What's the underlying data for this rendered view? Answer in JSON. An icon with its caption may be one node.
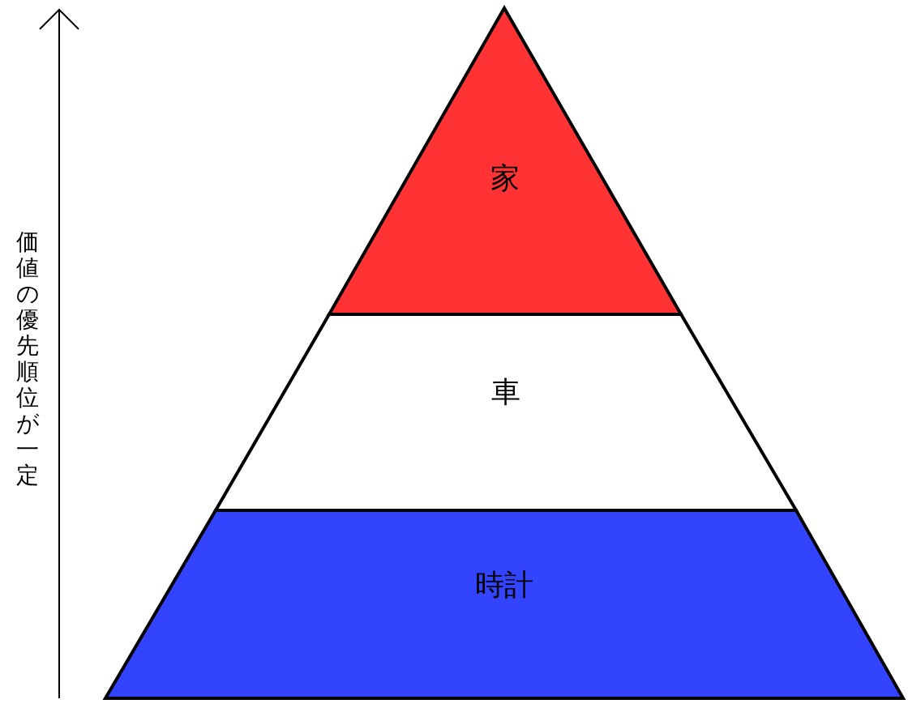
{
  "diagram": {
    "nodes": [
      {
        "text": [
          "家"
        ]
      },
      {
        "text": [
          "車"
        ]
      },
      {
        "text": [
          "時計"
        ]
      }
    ],
    "labels": [
      "価値の優先順位が一定"
    ]
  }
}
